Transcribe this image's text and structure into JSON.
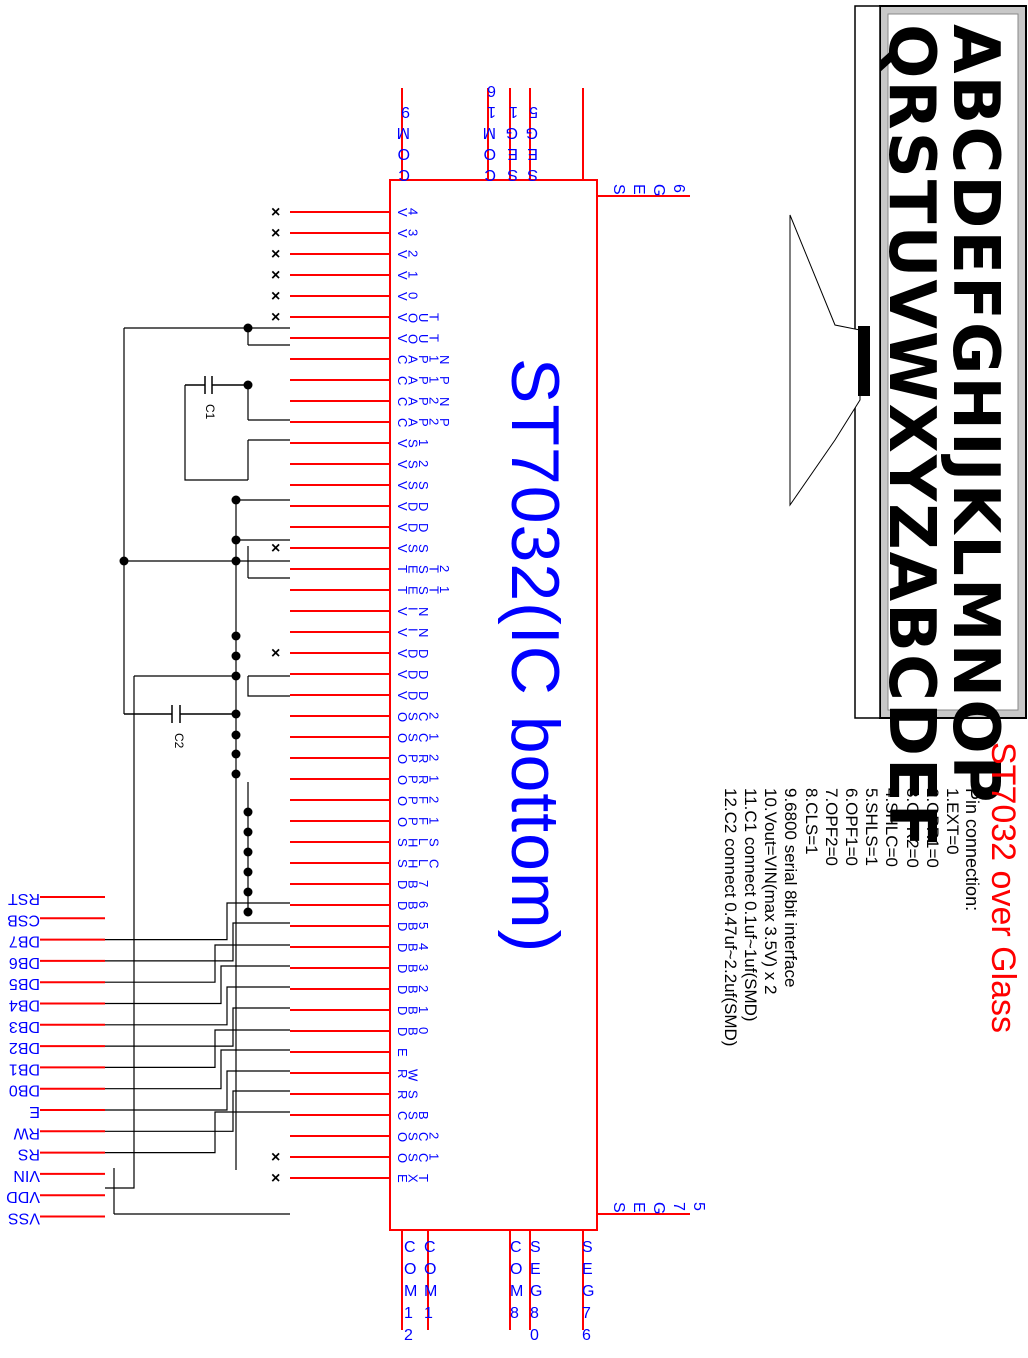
{
  "title": "ST7032 over Glass",
  "pin_connection_heading": "Pin connection:",
  "pin_connections": [
    "1.EXT=0",
    "2.OPR1=0",
    "3.OPR2=0",
    "4.SHLC=0",
    "5.SHLS=1",
    "6.OPF1=0",
    "7.OPF2=0",
    "8.CLS=1",
    "9.6800 serial 8bit interface",
    "10.Vout=VIN(max 3.5V) x 2",
    "11.C1 connect 0.1uf~1uf(SMD)",
    "12.C2 connect 0.47uf~2.2uf(SMD)"
  ],
  "chip_label": "ST7032(IC bottom)",
  "lcd_line1": "ABCDEFGHIJKLMNOP",
  "lcd_line2": "QRSTUVWXYZABCDEF",
  "capacitors": {
    "c1": "C1",
    "c2": "C2"
  },
  "interface_signals": [
    "RST",
    "CSB",
    "DB7",
    "DB6",
    "DB5",
    "DB4",
    "DB3",
    "DB2",
    "DB1",
    "DB0",
    "E",
    "RW",
    "RS",
    "VIN",
    "VDD",
    "VSS"
  ],
  "top_edge_pins": [
    {
      "name": "COM9",
      "number": "9"
    },
    {
      "name": "COM16",
      "number": "16"
    },
    {
      "name": "SEG1",
      "number": "1"
    },
    {
      "name": "SEG5",
      "number": "5"
    }
  ],
  "bottom_edge_pins": [
    {
      "name": "COM1",
      "number": "1"
    },
    {
      "name": "COM12",
      "number": "2"
    },
    {
      "name": "COM8",
      "number": "8"
    },
    {
      "name": "SEG80",
      "number": "0"
    },
    {
      "name": "SEG76",
      "number": "6"
    }
  ],
  "right_edge_pins": [
    {
      "name": "SEG6",
      "number": "6"
    },
    {
      "name": "SEG75",
      "number": "5"
    }
  ],
  "ic_pins": [
    "V4",
    "V3",
    "V2",
    "V1",
    "V0",
    "VOUT",
    "VOUT",
    "CAP1N",
    "CAP1P",
    "CAP2N",
    "CAP2P",
    "VS1",
    "VS2",
    "VSS",
    "VDD",
    "VDD",
    "VSS",
    "TEST2",
    "TEST1",
    "VIN",
    "VIN",
    "VDD",
    "VDD",
    "VDD",
    "OSC2",
    "OSC1",
    "OPR2",
    "OPR1",
    "OPF2",
    "OPF1",
    "SHLS",
    "SHLC",
    "DB7",
    "DB6",
    "DB5",
    "DB4",
    "DB3",
    "DB2",
    "DB1",
    "DB0",
    "E",
    "RW",
    "RS",
    "CSB",
    "OSC2",
    "OSC1",
    "EXT"
  ]
}
